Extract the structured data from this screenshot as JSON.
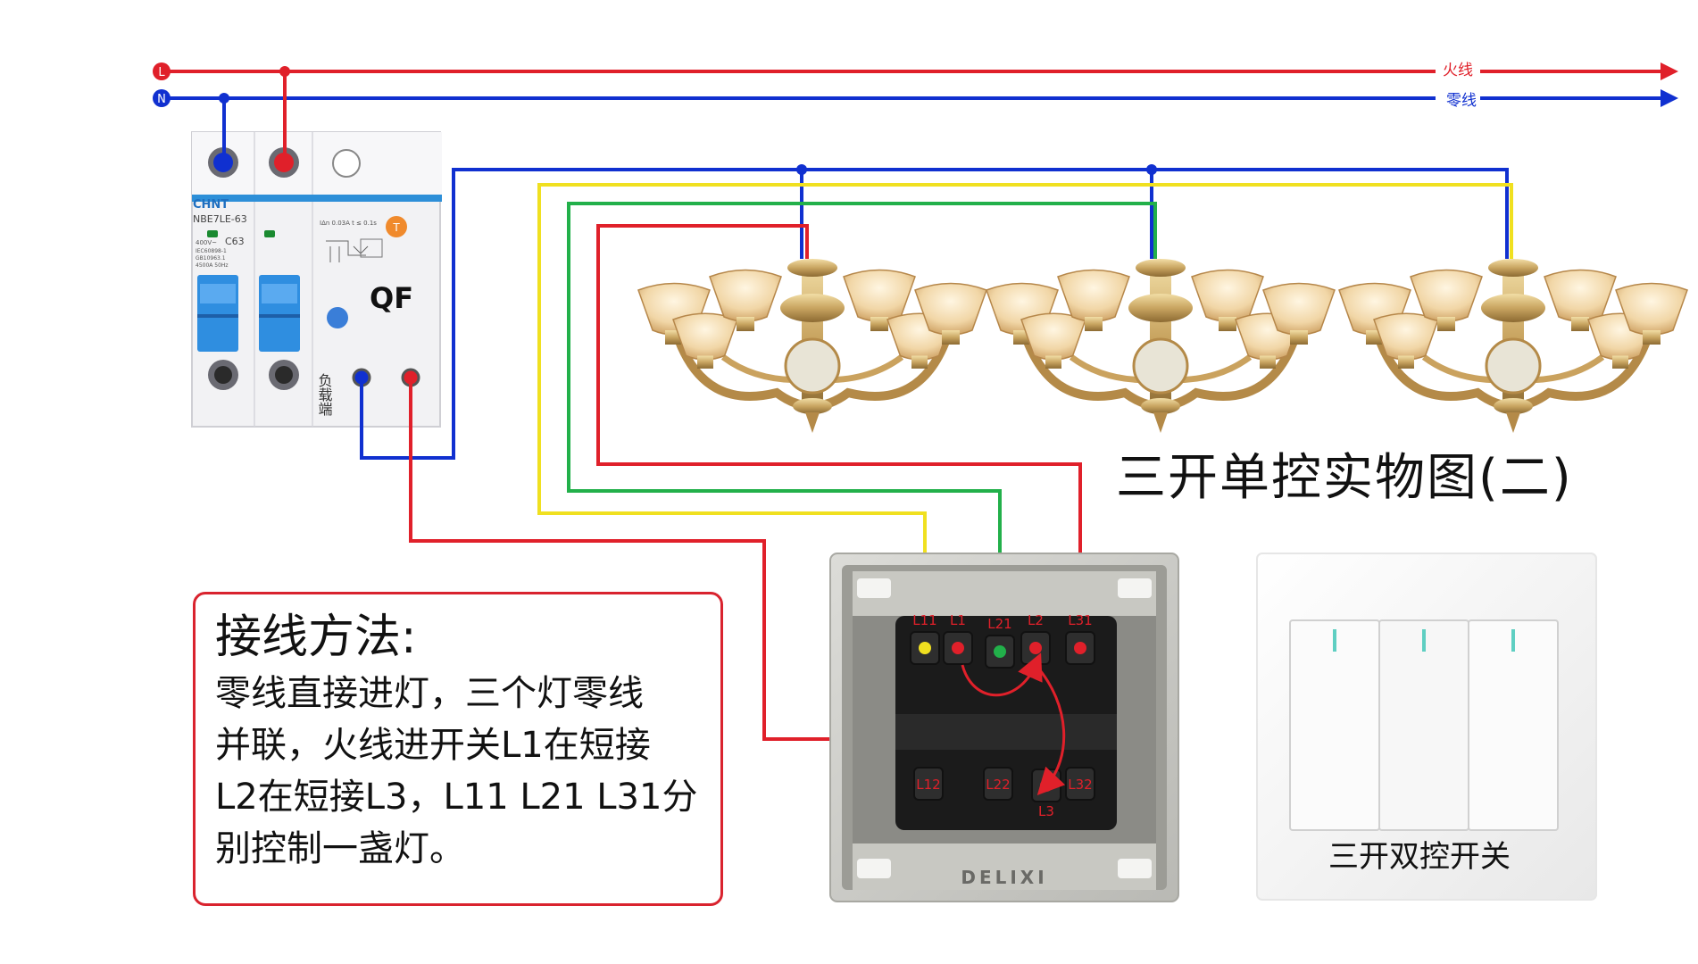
{
  "bus": {
    "live_marker": "L",
    "neutral_marker": "N",
    "live_label": "火线",
    "neutral_label": "零线"
  },
  "breaker": {
    "brand": "CHNT",
    "model": "NBE7LE-63",
    "rating": "C63",
    "spec_lines": [
      "400V~",
      "IEC60898-1",
      "GB10963.1",
      "4500A 50Hz"
    ],
    "test_text": "IΔn 0.03A  t ≤ 0.1s",
    "test_button": "T",
    "designation": "QF",
    "load_side": "负载端"
  },
  "title": "三开单控实物图(二)",
  "switch_back": {
    "terminals": [
      "L11",
      "L1",
      "L21",
      "L2",
      "L31",
      "L12",
      "L22",
      "L3",
      "L32"
    ],
    "brand": "DELIXI"
  },
  "note": {
    "heading": "接线方法:",
    "lines": [
      "零线直接进灯，三个灯零线",
      "并联，火线进开关L1在短接",
      "L2在短接L3，L11 L21 L31分",
      "别控制一盏灯。"
    ]
  },
  "switch_front_caption": "三开双控开关",
  "colors": {
    "live": "#e0202a",
    "neutral": "#1030d0",
    "yellow": "#f0e020",
    "green": "#22b04a",
    "note_border": "#d9232e"
  }
}
